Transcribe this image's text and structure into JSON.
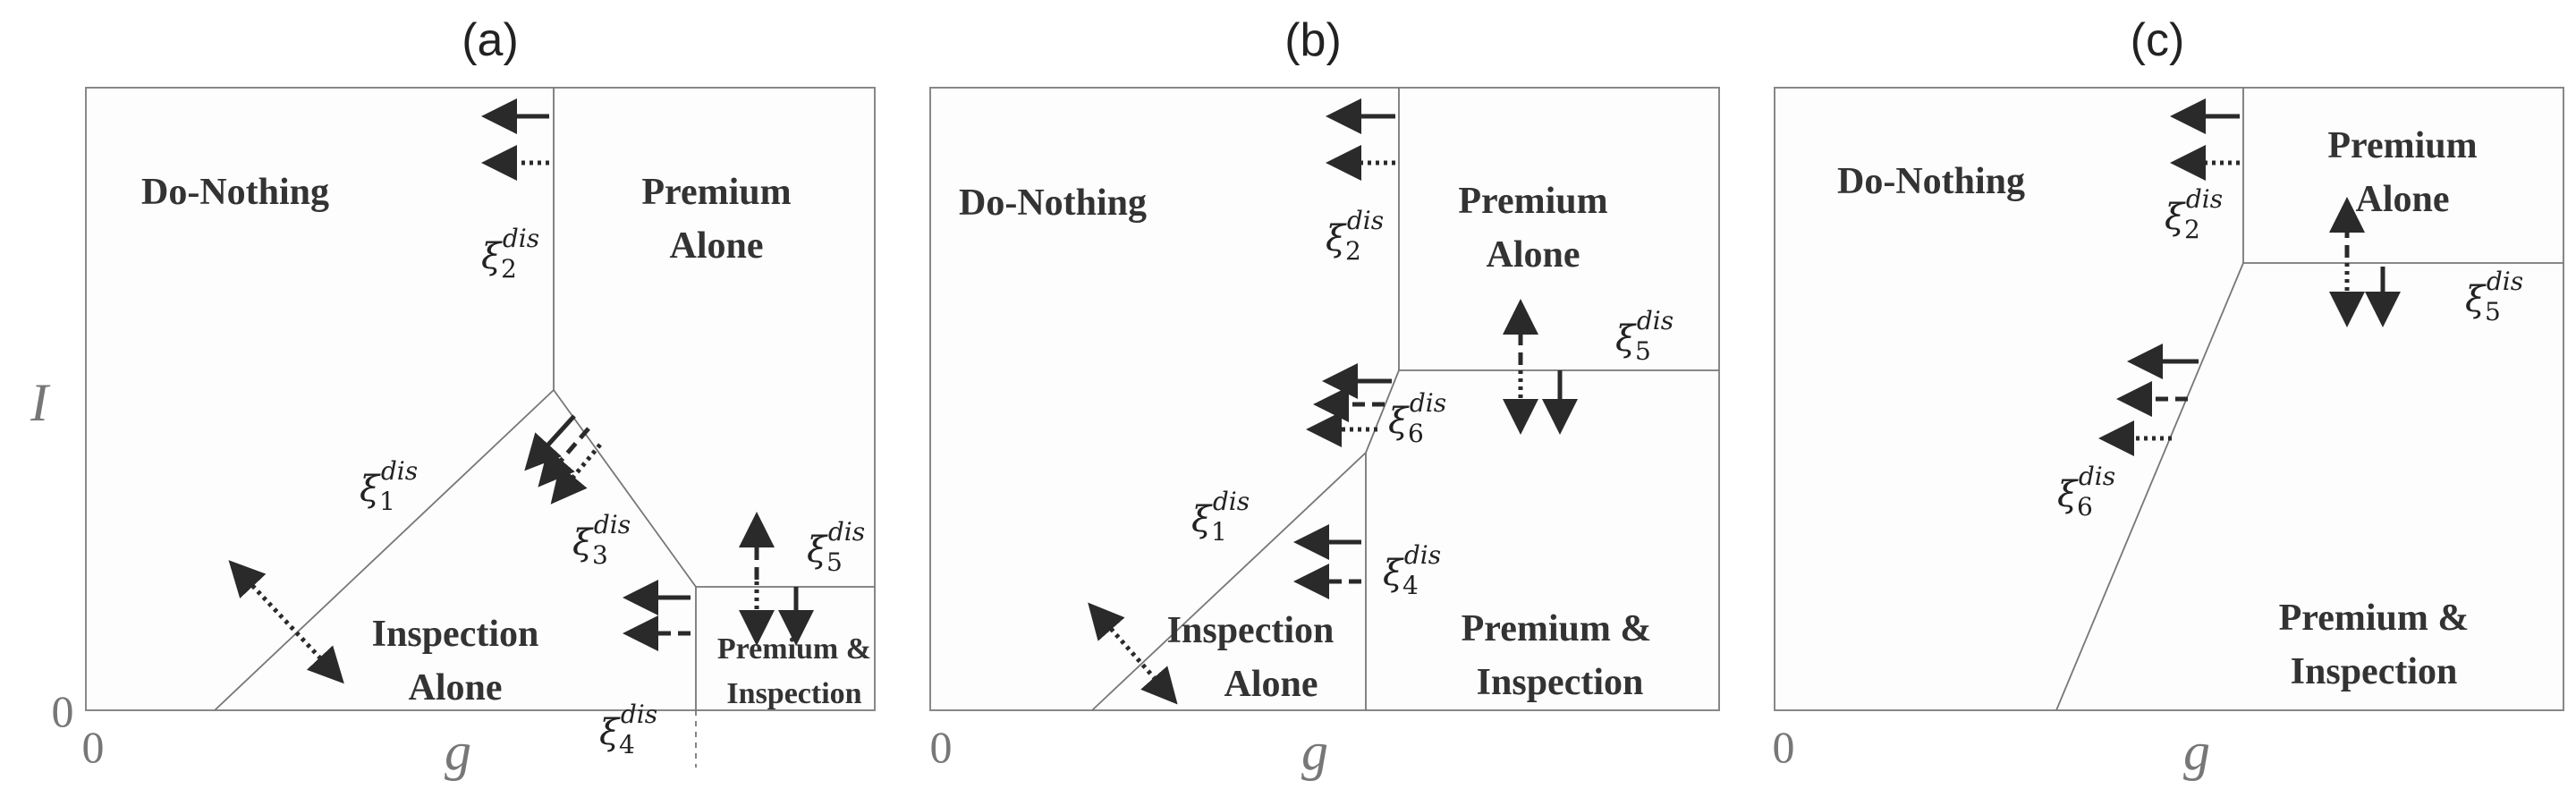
{
  "panels": [
    {
      "label": "(a)",
      "y_axis_label": "I",
      "x_axis_label": "g",
      "origin_y": "0",
      "origin_x": "0",
      "regions": {
        "do_nothing": "Do-Nothing",
        "premium_alone": [
          "Premium",
          "Alone"
        ],
        "inspection_alone": [
          "Inspection",
          "Alone"
        ],
        "premium_inspection": [
          "Premium &",
          "Inspection"
        ]
      },
      "thresholds": [
        {
          "base": "ξ",
          "sub": "2",
          "sup": "dis"
        },
        {
          "base": "ξ",
          "sub": "1",
          "sup": "dis"
        },
        {
          "base": "ξ",
          "sub": "3",
          "sup": "dis"
        },
        {
          "base": "ξ",
          "sub": "5",
          "sup": "dis"
        },
        {
          "base": "ξ",
          "sub": "4",
          "sup": "dis"
        }
      ]
    },
    {
      "label": "(b)",
      "x_axis_label": "g",
      "origin_x": "0",
      "regions": {
        "do_nothing": "Do-Nothing",
        "premium_alone": [
          "Premium",
          "Alone"
        ],
        "inspection_alone": [
          "Inspection",
          "Alone"
        ],
        "premium_inspection": [
          "Premium &",
          "Inspection"
        ]
      },
      "thresholds": [
        {
          "base": "ξ",
          "sub": "2",
          "sup": "dis"
        },
        {
          "base": "ξ",
          "sub": "5",
          "sup": "dis"
        },
        {
          "base": "ξ",
          "sub": "6",
          "sup": "dis"
        },
        {
          "base": "ξ",
          "sub": "1",
          "sup": "dis"
        },
        {
          "base": "ξ",
          "sub": "4",
          "sup": "dis"
        }
      ]
    },
    {
      "label": "(c)",
      "x_axis_label": "g",
      "origin_x": "0",
      "regions": {
        "do_nothing": "Do-Nothing",
        "premium_alone": [
          "Premium",
          "Alone"
        ],
        "premium_inspection": [
          "Premium &",
          "Inspection"
        ]
      },
      "thresholds": [
        {
          "base": "ξ",
          "sub": "2",
          "sup": "dis"
        },
        {
          "base": "ξ",
          "sub": "5",
          "sup": "dis"
        },
        {
          "base": "ξ",
          "sub": "6",
          "sup": "dis"
        }
      ]
    }
  ],
  "colors": {
    "arrow": "#2a2a2a",
    "boundary": "#777777",
    "frame": "#888888"
  }
}
